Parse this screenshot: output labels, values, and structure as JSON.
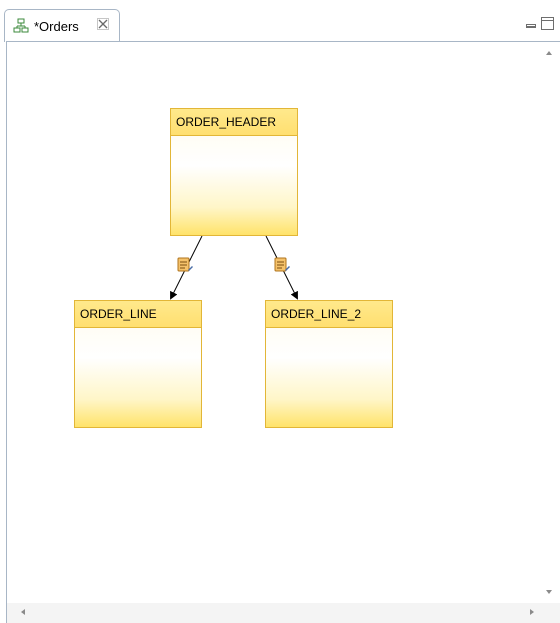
{
  "tab": {
    "title": "*Orders",
    "icon": "diagram-icon",
    "close_icon": "close-icon"
  },
  "window_controls": {
    "minimize_icon": "minimize-icon",
    "maximize_icon": "maximize-icon"
  },
  "diagram": {
    "tables": [
      {
        "name": "ORDER_HEADER"
      },
      {
        "name": "ORDER_LINE"
      },
      {
        "name": "ORDER_LINE_2"
      }
    ],
    "relationships": [
      {
        "from": "ORDER_HEADER",
        "to": "ORDER_LINE",
        "icon": "relationship-icon"
      },
      {
        "from": "ORDER_HEADER",
        "to": "ORDER_LINE_2",
        "icon": "relationship-icon"
      }
    ]
  },
  "colors": {
    "node_border": "#e2b637",
    "node_header": "#ffdf70",
    "node_gradient_bottom": "#ffe36a",
    "tab_border": "#a8b6c6"
  }
}
